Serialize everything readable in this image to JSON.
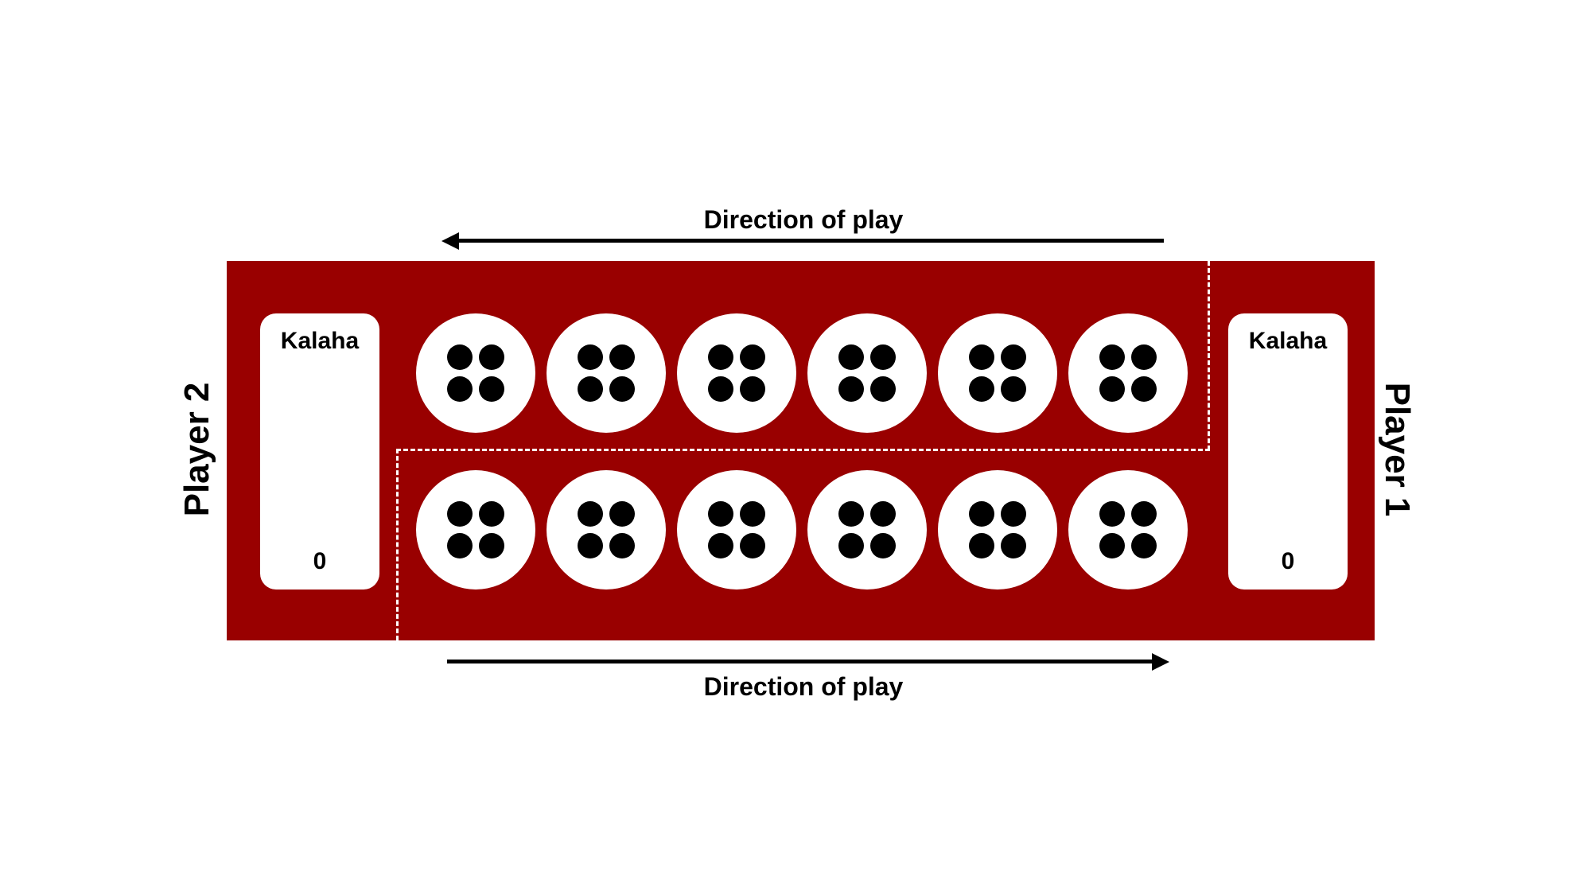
{
  "direction_top": {
    "label": "Direction of play",
    "arrow": "left"
  },
  "direction_bottom": {
    "label": "Direction of play",
    "arrow": "right"
  },
  "kalaha_left": {
    "title": "Kalaha",
    "count": "0"
  },
  "kalaha_right": {
    "title": "Kalaha",
    "count": "0"
  },
  "player_left": "Player 2",
  "player_right": "Player 1",
  "pits": {
    "top_row": [
      4,
      4,
      4,
      4,
      4,
      4
    ],
    "bottom_row": [
      4,
      4,
      4,
      4,
      4,
      4
    ]
  },
  "colors": {
    "board": "#990000",
    "pit": "#ffffff",
    "seed": "#000000",
    "divider": "#ffffff"
  }
}
